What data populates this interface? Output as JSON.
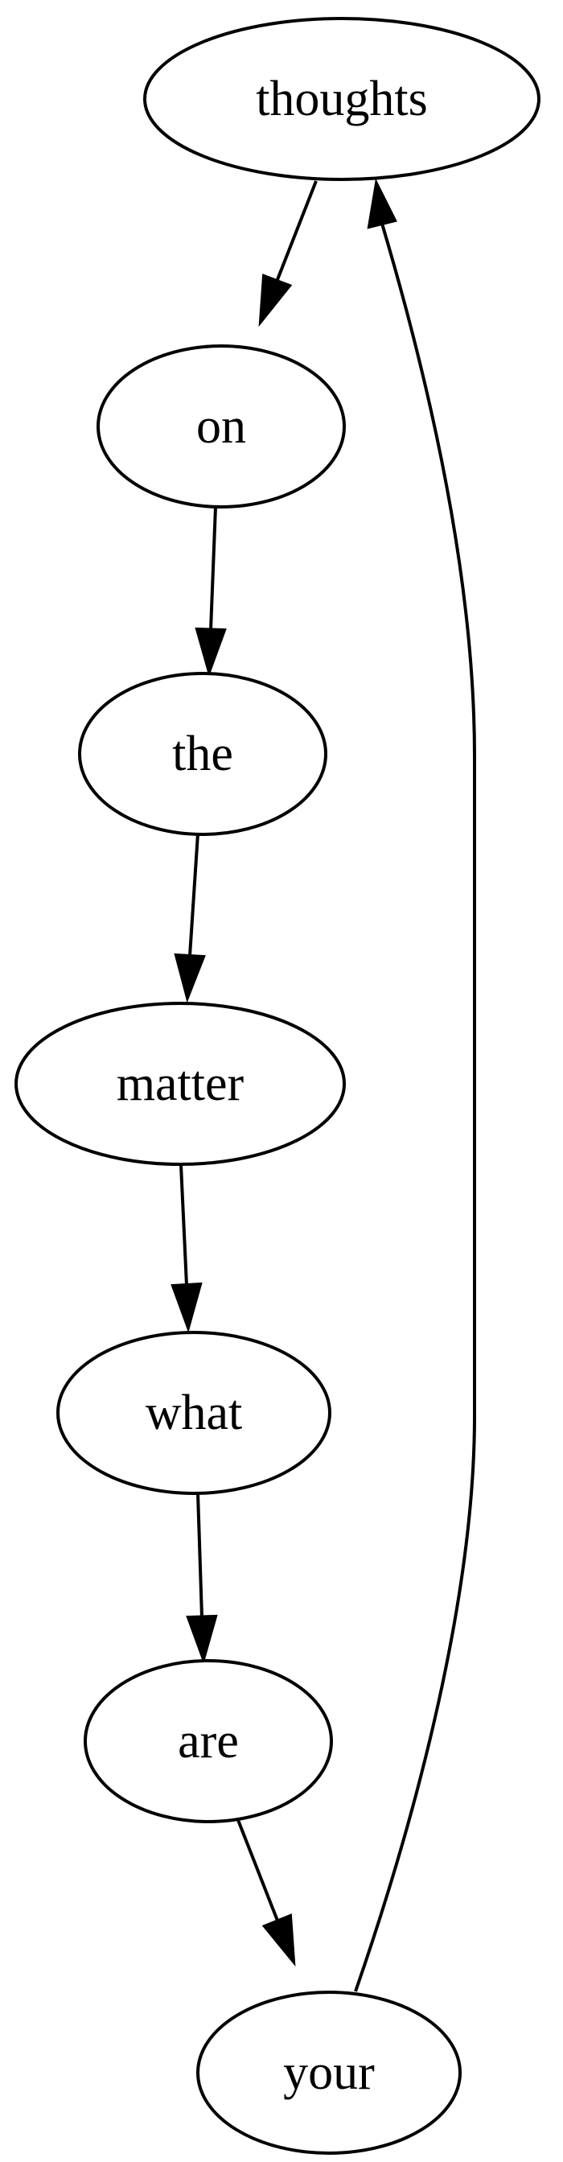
{
  "diagram": {
    "nodes": [
      {
        "id": "thoughts",
        "label": "thoughts"
      },
      {
        "id": "on",
        "label": "on"
      },
      {
        "id": "the",
        "label": "the"
      },
      {
        "id": "matter",
        "label": "matter"
      },
      {
        "id": "what",
        "label": "what"
      },
      {
        "id": "are",
        "label": "are"
      },
      {
        "id": "your",
        "label": "your"
      }
    ],
    "edges": [
      {
        "from": "thoughts",
        "to": "on"
      },
      {
        "from": "on",
        "to": "the"
      },
      {
        "from": "the",
        "to": "matter"
      },
      {
        "from": "matter",
        "to": "what"
      },
      {
        "from": "what",
        "to": "are"
      },
      {
        "from": "are",
        "to": "your"
      },
      {
        "from": "your",
        "to": "thoughts"
      }
    ],
    "colors": {
      "stroke": "#000000",
      "fill": "#ffffff",
      "background": "#ffffff"
    }
  }
}
